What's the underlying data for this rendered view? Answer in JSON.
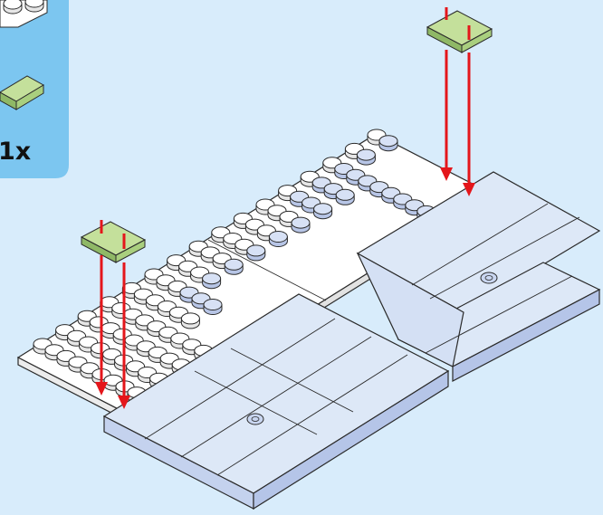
{
  "callout": {
    "quantity_label": "1x",
    "part_color": "#a9cf7e",
    "background": "#7cc6f0"
  },
  "colors": {
    "page_background": "#d8ecfb",
    "white_plate": "#ffffff",
    "tile_light_blue": "#dde8f7",
    "stud_light_blue": "#c9d6f0",
    "green_tile": "#a9cf7e",
    "arrow_red": "#e4161b",
    "outline": "#1f1f1f"
  },
  "parts": {
    "new_tiles": "green 1x2 tile",
    "count": 2
  }
}
